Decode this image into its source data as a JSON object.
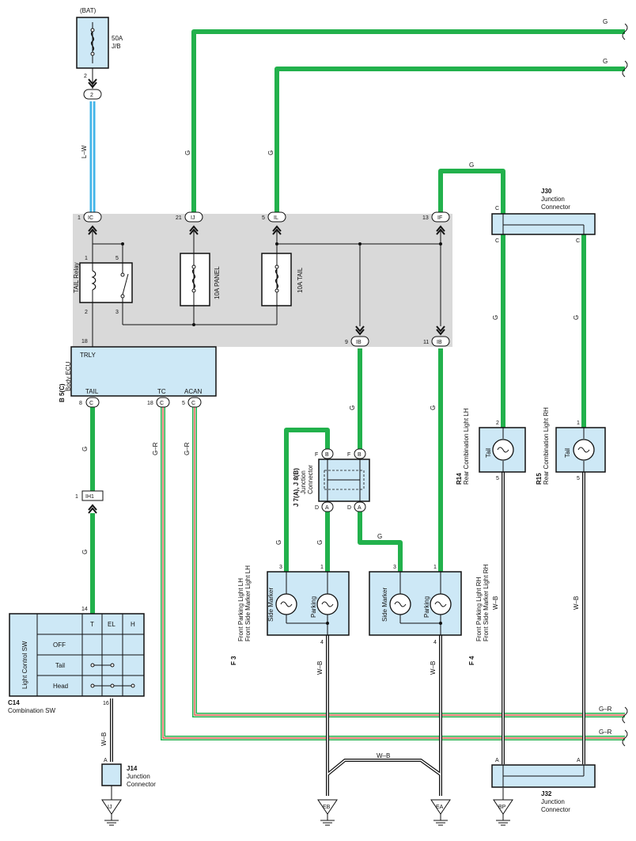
{
  "colors": {
    "green": "#22b14c",
    "blue": "#41b4e8",
    "red": "#e03c31",
    "block": "#d9d9d9",
    "box": "#cde8f6",
    "ink": "#111111"
  },
  "battery": {
    "label": "(BAT)",
    "fuse_rating": "50A",
    "fuse_location": "J/B",
    "pin": "2",
    "connector": "2",
    "wire": "L–W"
  },
  "junction_block": {
    "connectors": [
      {
        "pin": "1",
        "id": "IC"
      },
      {
        "pin": "21",
        "id": "IJ"
      },
      {
        "pin": "5",
        "id": "IL"
      },
      {
        "pin": "13",
        "id": "IF"
      },
      {
        "pin": "9",
        "id": "IB"
      },
      {
        "pin": "11",
        "id": "IB"
      }
    ],
    "relay": {
      "name": "TAIL Relay",
      "pins": [
        "1",
        "5",
        "2",
        "3"
      ]
    },
    "fuses": [
      {
        "name": "10A PANEL"
      },
      {
        "name": "10A TAIL"
      }
    ],
    "trly_pin": "18"
  },
  "wires": {
    "g": "G",
    "gr": "G–R",
    "wb": "W–B"
  },
  "body_ecu": {
    "code": "B 5(C)",
    "name": "Body ECU",
    "trly": "TRLY",
    "terminals": [
      {
        "label": "TAIL",
        "pin": "8",
        "conn": "C"
      },
      {
        "label": "TC",
        "pin": "18",
        "conn": "C"
      },
      {
        "label": "ACAN",
        "pin": "5",
        "conn": "C"
      }
    ]
  },
  "ih1": {
    "pin": "1",
    "id": "IH1"
  },
  "light_control_sw": {
    "title": "Light Control SW",
    "pin": "14",
    "columns": [
      "T",
      "EL",
      "H"
    ],
    "rows": [
      "OFF",
      "Tail",
      "Head"
    ],
    "bottom_pin": "16",
    "code": "C14",
    "name": "Combination SW"
  },
  "j14": {
    "code": "J14",
    "name_1": "Junction",
    "name_2": "Connector",
    "pin": "A",
    "ground": "IJ"
  },
  "j7j8": {
    "code": "J 7(A), J 8(B)",
    "name_1": "Junction",
    "name_2": "Connector",
    "top": [
      {
        "pin": "F",
        "conn": "B"
      },
      {
        "pin": "F",
        "conn": "B"
      }
    ],
    "bottom": [
      {
        "pin": "D",
        "conn": "A"
      },
      {
        "pin": "D",
        "conn": "A"
      }
    ]
  },
  "f3": {
    "code": "F 3",
    "name_1": "Front Parking Light LH",
    "name_2": "Front Side Marker Light LH",
    "bulb1": "Side Marker",
    "bulb2": "Parking",
    "pins_top": [
      "3",
      "1"
    ],
    "pin_bottom": "4",
    "ground": "EB"
  },
  "f4": {
    "code": "F 4",
    "name_1": "Front Parking Light RH",
    "name_2": "Front Side Marker Light RH",
    "bulb1": "Side Marker",
    "bulb2": "Parking",
    "pins_top": [
      "3",
      "1"
    ],
    "pin_bottom": "4",
    "ground": "EA"
  },
  "j30": {
    "code": "J30",
    "name_1": "Junction",
    "name_2": "Connector",
    "pin_top": "C",
    "pins_bottom": [
      "C",
      "C"
    ]
  },
  "r14": {
    "code": "R14",
    "name": "Rear Combination Light LH",
    "bulb": "Tail",
    "pin_top": "2",
    "pin_bottom": "5"
  },
  "r15": {
    "code": "R15",
    "name": "Rear Combination Light RH",
    "bulb": "Tail",
    "pin_top": "1",
    "pin_bottom": "5"
  },
  "j32": {
    "code": "J32",
    "name_1": "Junction",
    "name_2": "Connector",
    "pins_top": [
      "A",
      "A"
    ],
    "ground": "BP"
  }
}
